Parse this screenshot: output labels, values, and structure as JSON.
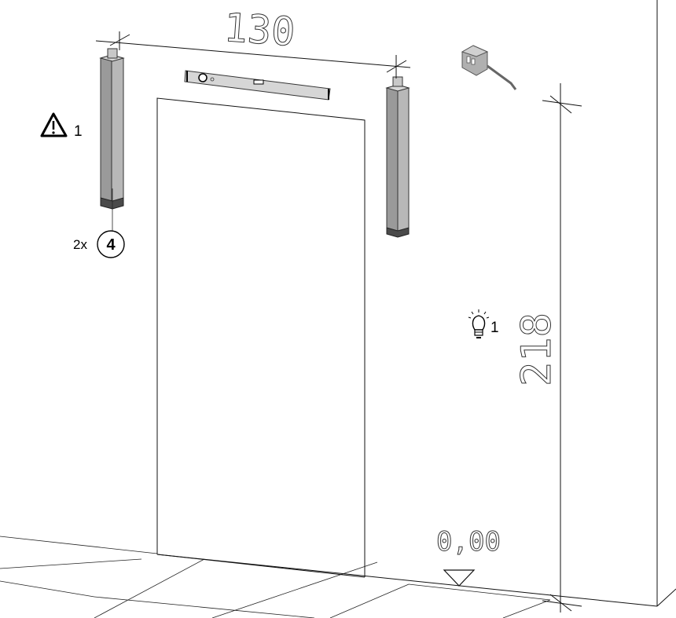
{
  "dimensions": {
    "width_label": "130",
    "height_label": "218",
    "floor_level_label": "0,00"
  },
  "callouts": {
    "warning_ref": "1",
    "tip_ref": "1",
    "part_quantity": "2x",
    "part_number": "4"
  },
  "icons": [
    "warning-icon",
    "lightbulb-icon",
    "tape-measure-icon",
    "spirit-level-icon",
    "floor-level-marker-icon"
  ],
  "colors": {
    "line": "#111111",
    "jamb_fill": "#a8a8a8",
    "jamb_dark": "#5a5a5a",
    "level_fill": "#cccccc"
  }
}
